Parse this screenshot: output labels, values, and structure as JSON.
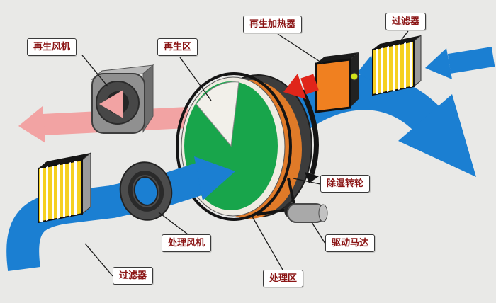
{
  "diagram": {
    "type": "rotary-desiccant-dehumidifier-schematic",
    "labels": {
      "regen_fan": "再生风机",
      "regen_zone": "再生区",
      "regen_heater": "再生加热器",
      "filter_top": "过滤器",
      "wheel": "除湿转轮",
      "motor": "驱动马达",
      "process_fan": "处理风机",
      "process_zone": "处理区",
      "filter_bottom": "过滤器"
    },
    "colors": {
      "background": "#e9e9e7",
      "process_air_blue": "#1b7fd2",
      "regen_exhaust_pink": "#f2a3a3",
      "hot_air_red": "#e0251a",
      "wheel_face_green": "#18a54b",
      "heater_orange": "#f08020",
      "filter_yellow": "#f5d020",
      "label_text": "#8b1515"
    }
  }
}
